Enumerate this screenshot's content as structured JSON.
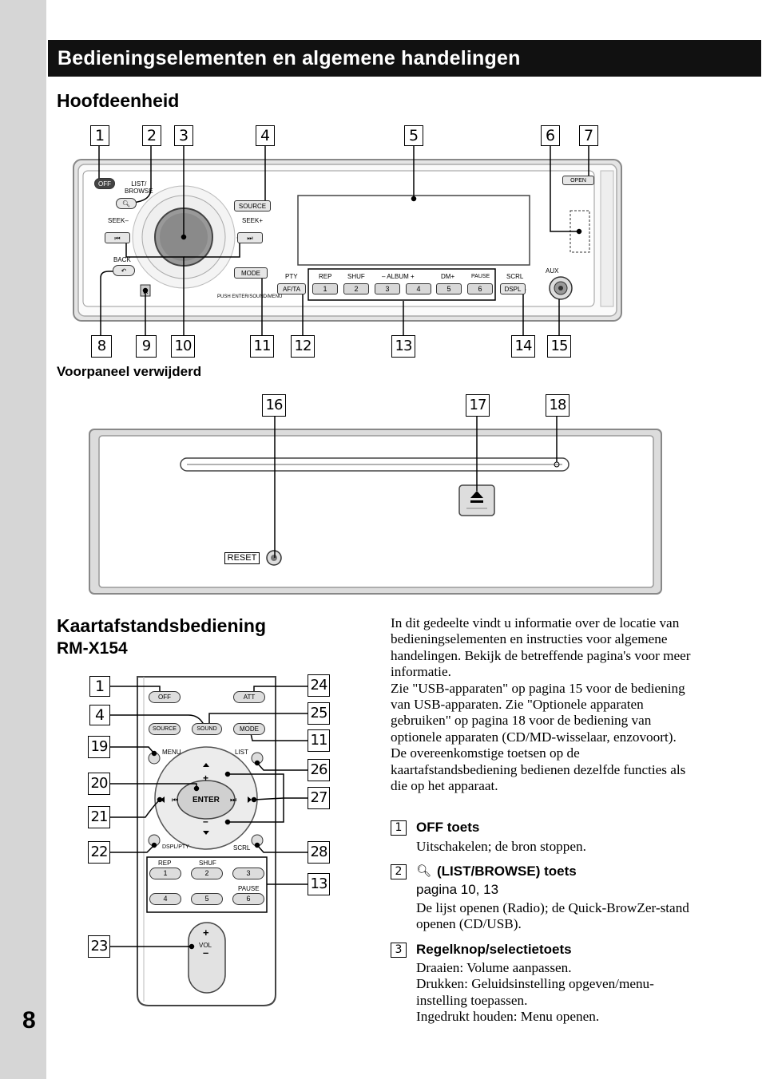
{
  "page": {
    "number": "8",
    "title": "Bedieningselementen en algemene handelingen"
  },
  "main_unit": {
    "heading": "Hoofdeenheid",
    "callouts_top": [
      "1",
      "2",
      "3",
      "4",
      "5",
      "6",
      "7"
    ],
    "callouts_bottom": [
      "8",
      "9",
      "10",
      "11",
      "12",
      "13",
      "14",
      "15"
    ],
    "labels": {
      "off": "OFF",
      "list_browse": "LIST/\nBROWSE",
      "source": "SOURCE",
      "seek_minus": "SEEK–",
      "seek_plus": "SEEK+",
      "back": "BACK",
      "mode": "MODE",
      "push_enter": "PUSH ENTER/SOUND/MENU",
      "pty": "PTY",
      "af_ta": "AF/TA",
      "rep": "REP",
      "shuf": "SHUF",
      "album": "–  ALBUM  +",
      "dm_plus": "DM+",
      "pause": "PAUSE",
      "scrl": "SCRL",
      "dspl": "DSPL",
      "aux": "AUX",
      "open": "OPEN"
    },
    "presets": [
      "1",
      "2",
      "3",
      "4",
      "5",
      "6"
    ]
  },
  "front_panel_removed": {
    "heading": "Voorpaneel verwijderd",
    "callouts": [
      "16",
      "17",
      "18"
    ],
    "reset_label": "RESET"
  },
  "remote": {
    "heading_line1": "Kaartafstandsbediening",
    "heading_line2": "RM-X154",
    "callouts_left": [
      "1",
      "4",
      "19",
      "20",
      "21",
      "22",
      "23"
    ],
    "callouts_right": [
      "24",
      "25",
      "11",
      "26",
      "27",
      "28",
      "13"
    ],
    "labels": {
      "off": "OFF",
      "att": "ATT",
      "source": "SOURCE",
      "sound": "SOUND",
      "mode": "MODE",
      "menu": "MENU",
      "list": "LIST",
      "enter": "ENTER",
      "dspl_pty": "DSPL/PTY",
      "scrl": "SCRL",
      "rep": "REP",
      "shuf": "SHUF",
      "pause": "PAUSE",
      "vol": "VOL",
      "plus": "+",
      "minus": "–"
    },
    "numbers": [
      "1",
      "2",
      "3",
      "4",
      "5",
      "6"
    ]
  },
  "intro_text": "In dit gedeelte vindt u informatie over de locatie van bedieningselementen en instructies voor algemene handelingen. Bekijk de betreffende pagina's voor meer informatie.\nZie \"USB-apparaten\" op pagina 15 voor de bediening van USB-apparaten. Zie \"Optionele apparaten gebruiken\" op pagina 18 voor de bediening van optionele apparaten (CD/MD-wisselaar, enzovoort).\nDe overeenkomstige toetsen op de kaartafstandsbediening bedienen dezelfde functies als die op het apparaat.",
  "items": [
    {
      "number": "1",
      "title": "OFF toets",
      "page": "",
      "description": "Uitschakelen; de bron stoppen."
    },
    {
      "number": "2",
      "title": "(LIST/BROWSE) toets",
      "page": "pagina 10, 13",
      "description": "De lijst openen (Radio); de Quick-BrowZer-stand openen (CD/USB)."
    },
    {
      "number": "3",
      "title": "Regelknop/selectietoets",
      "page": "",
      "description": "Draaien: Volume aanpassen.\nDrukken: Geluidsinstelling opgeven/menu-instelling toepassen.\nIngedrukt houden: Menu openen."
    }
  ]
}
